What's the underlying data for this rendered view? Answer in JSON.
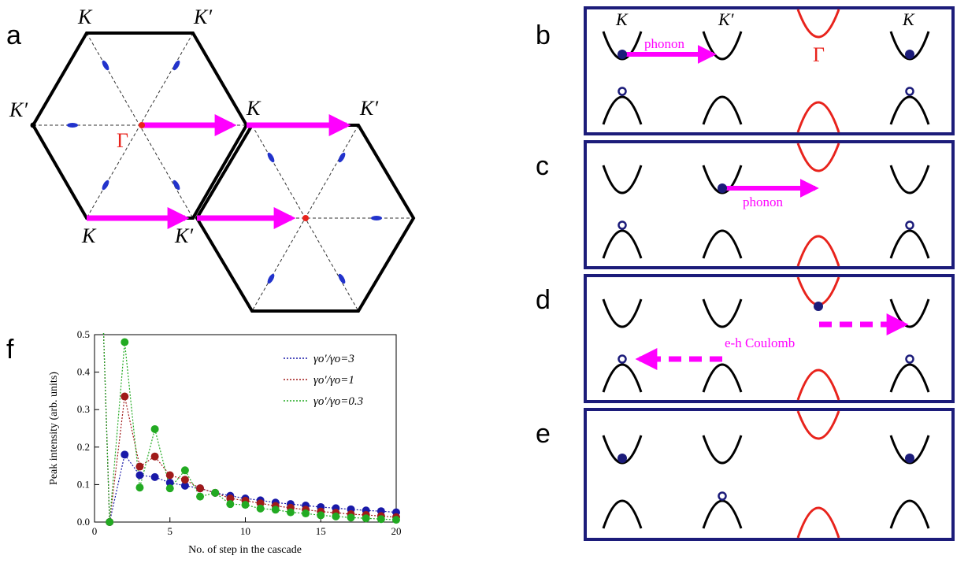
{
  "panel_labels": {
    "a": "a",
    "b": "b",
    "c": "c",
    "d": "d",
    "e": "e",
    "f": "f"
  },
  "panel_a": {
    "k_labels": [
      "K",
      "K′",
      "K′",
      "K",
      "K′",
      "K",
      "K′"
    ],
    "gamma": "Γ"
  },
  "panel_b": {
    "k_left": "K",
    "k_mid": "K′",
    "k_right": "K",
    "phonon": "phonon",
    "gamma": "Γ"
  },
  "panel_c": {
    "phonon": "phonon"
  },
  "panel_d": {
    "coulomb": "e-h Coulomb"
  },
  "colors": {
    "frame": "#1c1c7a",
    "arrow": "#ff00ff",
    "gamma_band": "#e8231c",
    "valley": "#1c1c7a",
    "lens": "#2233cc"
  },
  "chart_data": {
    "type": "scatter",
    "xlabel": "No. of step in the cascade",
    "ylabel": "Peak intensity (arb. units)",
    "xlim": [
      0,
      20
    ],
    "ylim": [
      0,
      0.5
    ],
    "xticks": [
      0,
      5,
      10,
      15,
      20
    ],
    "yticks": [
      0.0,
      0.1,
      0.2,
      0.3,
      0.4,
      0.5
    ],
    "x": [
      1,
      2,
      3,
      4,
      5,
      6,
      7,
      8,
      9,
      10,
      11,
      12,
      13,
      14,
      15,
      16,
      17,
      18,
      19,
      20
    ],
    "series": [
      {
        "name": "γo′/γo=3",
        "color": "#1919a8",
        "values": [
          0.0,
          0.18,
          0.125,
          0.12,
          0.105,
          0.097,
          0.09,
          0.078,
          0.07,
          0.063,
          0.058,
          0.052,
          0.048,
          0.044,
          0.04,
          0.037,
          0.034,
          0.031,
          0.029,
          0.026
        ]
      },
      {
        "name": "γo′/γo=1",
        "color": "#a01a1a",
        "values": [
          0.0,
          0.335,
          0.148,
          0.175,
          0.125,
          0.113,
          0.09,
          0.078,
          0.063,
          0.057,
          0.05,
          0.043,
          0.038,
          0.033,
          0.028,
          0.025,
          0.021,
          0.019,
          0.016,
          0.013
        ]
      },
      {
        "name": "γo′/γo=0.3",
        "color": "#22aa22",
        "values": [
          0.0,
          0.48,
          0.092,
          0.248,
          0.09,
          0.138,
          0.068,
          0.078,
          0.048,
          0.046,
          0.036,
          0.033,
          0.026,
          0.023,
          0.018,
          0.015,
          0.012,
          0.01,
          0.008,
          0.006
        ]
      }
    ]
  }
}
